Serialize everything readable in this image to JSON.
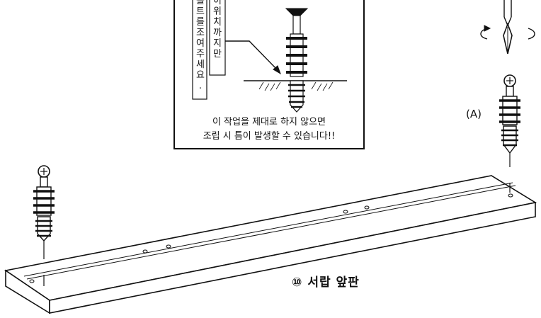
{
  "callout": {
    "vertical_text": [
      "볼",
      "트",
      "를",
      "조",
      "여",
      "주",
      "세",
      "요",
      "."
    ],
    "vertical_text2": [
      "이",
      "위",
      "치",
      "까",
      "지",
      "만"
    ],
    "warning_line1": "이 작업을 제대로 하지 않으면",
    "warning_line2": "조립 시 틈이 발생할 수 있습니다!!"
  },
  "label_a": "(A)",
  "part": {
    "number": "⑩",
    "name": "서랍 앞판"
  }
}
